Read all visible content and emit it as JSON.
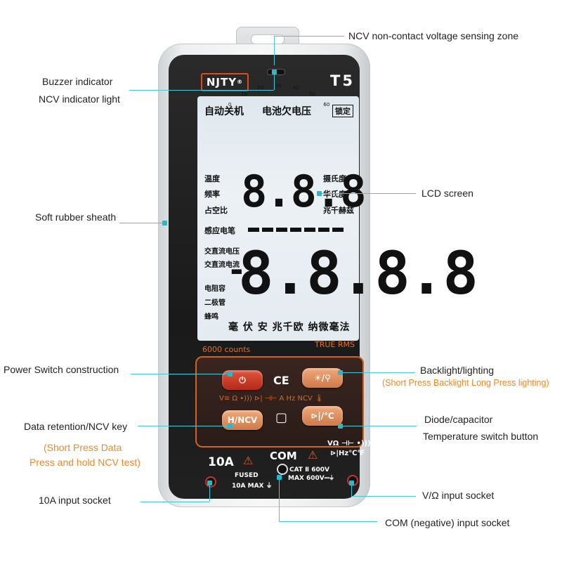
{
  "callouts": {
    "ncv_zone": "NCV non-contact voltage sensing zone",
    "buzzer": "Buzzer indicator",
    "ncv_light": "NCV indicator light",
    "lcd": "LCD screen",
    "sheath": "Soft rubber sheath",
    "power": "Power Switch construction",
    "backlight": "Backlight/lighting",
    "backlight_note": "(Short Press Backlight Long Press lighting)",
    "diode": "Diode/capacitor",
    "temp": "Temperature switch button",
    "hold": "Data retention/NCV key",
    "hold_note1": "(Short Press Data",
    "hold_note2": "Press and hold NCV test)",
    "sock_10a": "10A input socket",
    "sock_v": "V/Ω input socket",
    "sock_com": "COM (negative) input socket"
  },
  "device": {
    "brand": "NJTY",
    "brand_mark": "®",
    "model": "T5",
    "lcd": {
      "auto_off": "自动关机",
      "low_batt": "电池欠电压",
      "lock": "锁定",
      "scale_ticks": [
        "0",
        "10",
        "20",
        "30",
        "40",
        "50",
        "60"
      ],
      "left_labels_top": [
        "温度",
        "频率",
        "占空比"
      ],
      "right_labels_top": [
        "摄氏度",
        "华氏度",
        "兆千赫兹"
      ],
      "small_digits": "8.8.8",
      "ncv_label": "感应电笔",
      "left_labels_bottom": [
        "交直流电压",
        "交直流电流"
      ],
      "left_labels_bottom2": [
        "电阻容",
        "二极管",
        "蜂鸣"
      ],
      "minus": "-",
      "big_digits": "8.8.8.8",
      "units_row": "毫 伏 安 兆千欧 纳微毫法"
    },
    "counts": "6000 counts",
    "true_rms": "TRUE RMS",
    "panel": {
      "power_icon": "⏻",
      "ce_mark": "CE",
      "backlight_label": "☀/⚲",
      "func_row": "V≅  Ω  •))) ⊳|  ⊣⊢  A  Hz  NCV 🌡",
      "hold_label": "H/NCV",
      "square_mark": "▢",
      "sel_label": "⊳|/℃"
    },
    "sockets": {
      "a10": "10A",
      "com": "COM",
      "fused": "FUSED",
      "a10max": "10A MAX ⏚",
      "cat": "CAT Ⅱ 600V",
      "max600": "MAX 600V⎓⏚",
      "vo_top": "VΩ ⊣⊢ •)))",
      "vo_bot": "⊳|Hz℃℉",
      "warn1": "⚠",
      "warn2": "⚠"
    }
  },
  "colors": {
    "leader": "#49c6d6",
    "accent": "#e88a2a",
    "panel_border": "#d0641f"
  }
}
